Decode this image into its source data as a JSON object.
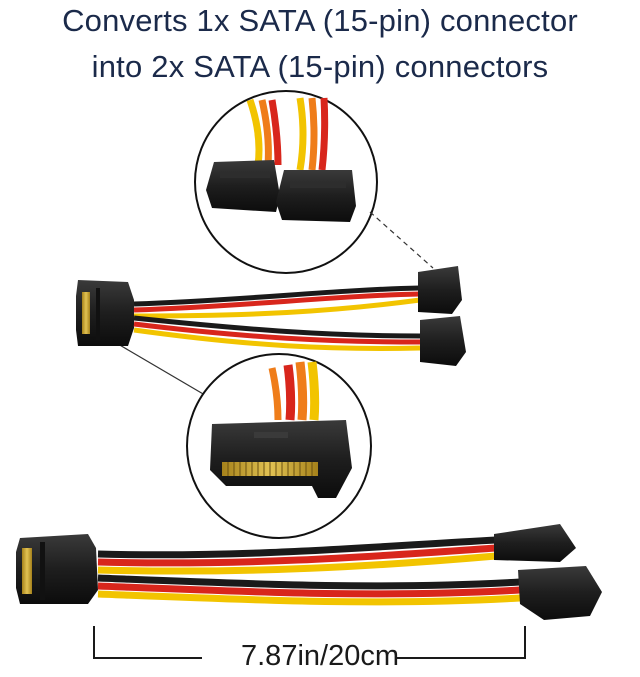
{
  "headline": {
    "line1": "Converts 1x SATA (15-pin) connector",
    "line2": "into 2x SATA (15-pin) connectors"
  },
  "measurement": {
    "label": "7.87in/20cm"
  },
  "colors": {
    "headline": "#1b2a4a",
    "connector": "#1e1e1e",
    "wire_yellow": "#f2c400",
    "wire_red": "#d8261c",
    "wire_orange": "#ef7d1a",
    "wire_black": "#1a1a1a",
    "gold_pins": "#c9a227"
  }
}
